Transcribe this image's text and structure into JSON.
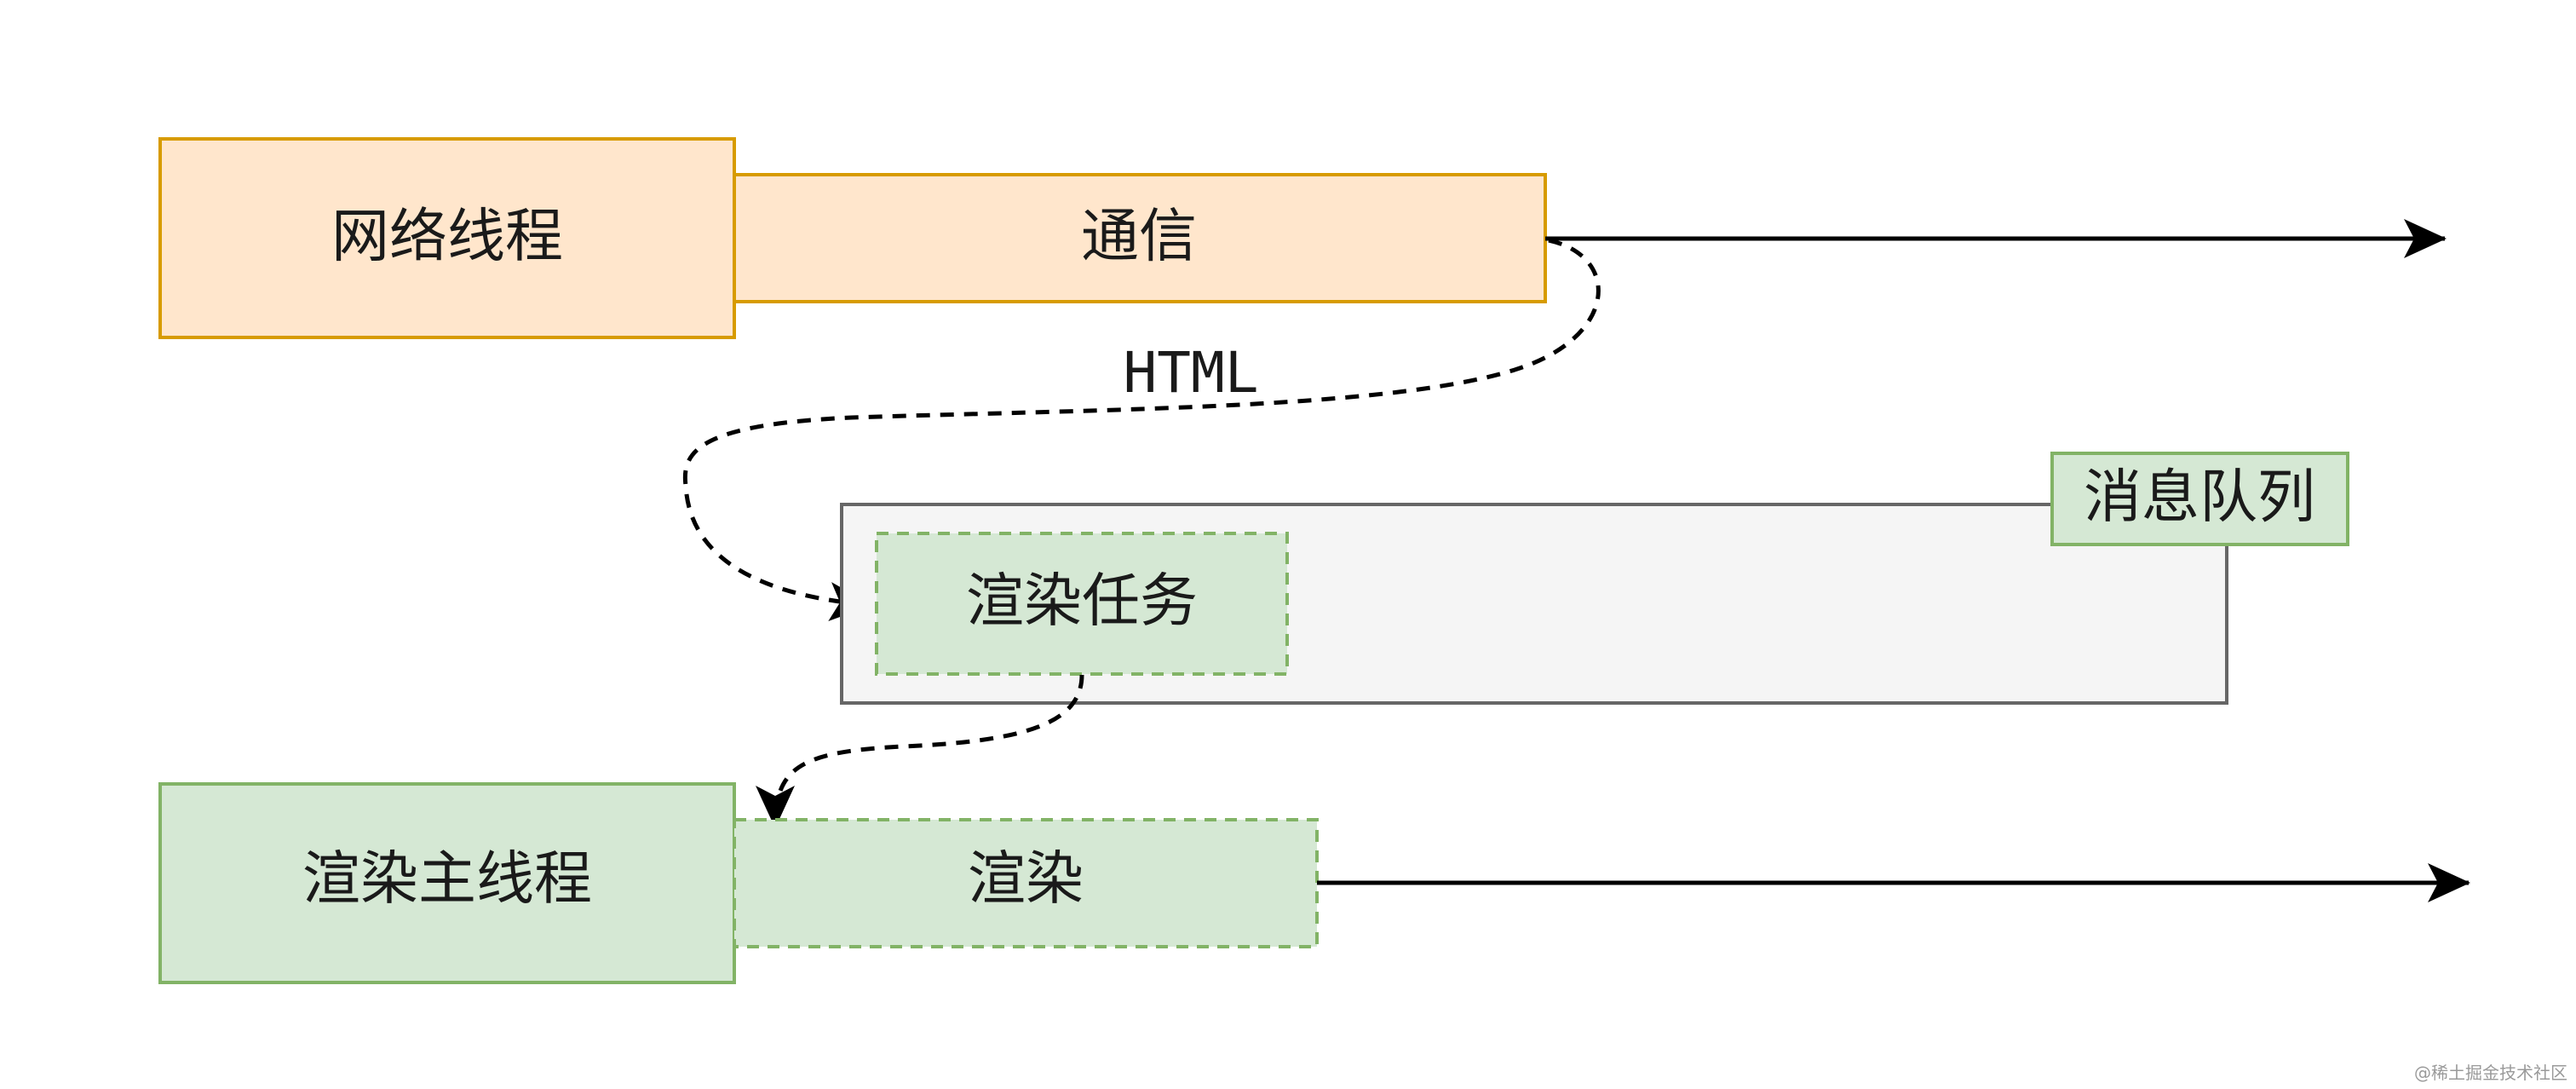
{
  "colors": {
    "network_fill": "#ffe6cc",
    "network_stroke": "#d79b00",
    "render_fill": "#d5e8d4",
    "render_stroke": "#82b366",
    "queue_fill": "#f5f5f5",
    "queue_stroke": "#666666",
    "line": "#000000"
  },
  "network_thread": {
    "label": "网络线程",
    "task_label": "通信"
  },
  "data_flow": {
    "label": "HTML"
  },
  "message_queue": {
    "label": "消息队列",
    "task_label": "渲染任务"
  },
  "render_main_thread": {
    "label": "渲染主线程",
    "task_label": "渲染"
  },
  "watermark": "@稀土掘金技术社区"
}
